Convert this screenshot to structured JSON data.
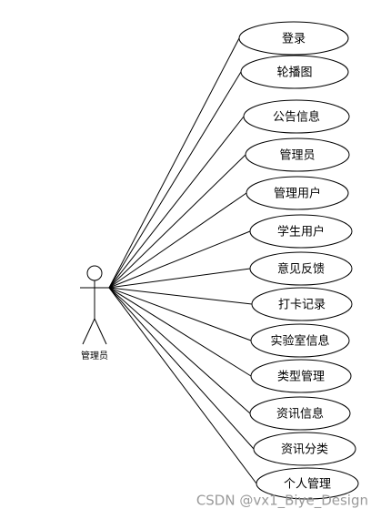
{
  "actor": {
    "label": "管理员",
    "icon": "stick-figure-actor"
  },
  "use_cases": [
    {
      "label": "登录"
    },
    {
      "label": "轮播图"
    },
    {
      "label": "公告信息"
    },
    {
      "label": "管理员"
    },
    {
      "label": "管理用户"
    },
    {
      "label": "学生用户"
    },
    {
      "label": "意见反馈"
    },
    {
      "label": "打卡记录"
    },
    {
      "label": "实验室信息"
    },
    {
      "label": "类型管理"
    },
    {
      "label": "资讯信息"
    },
    {
      "label": "资讯分类"
    },
    {
      "label": "个人管理"
    }
  ],
  "watermark": "CSDN @vx1_Biye_Design",
  "colors": {
    "line": "#000000",
    "watermark": "#9a9a9a",
    "background": "#ffffff"
  }
}
